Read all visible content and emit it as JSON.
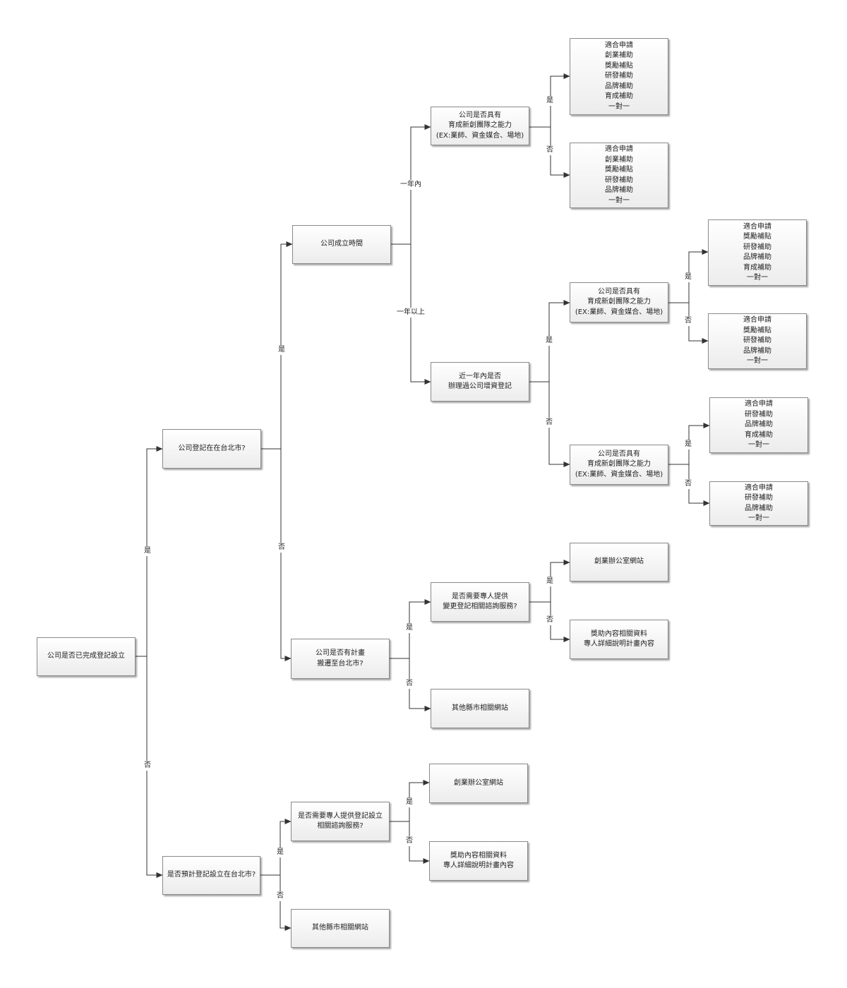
{
  "nodes": {
    "root": [
      "公司是否已完成登記設立"
    ],
    "q_taipei": [
      "公司登記在在台北市?"
    ],
    "q_plan_reg": [
      "是否預計登記設立在台北市?"
    ],
    "q_age": [
      "公司成立時間"
    ],
    "q_move": [
      "公司是否有計畫",
      "搬遷至台北市?"
    ],
    "q_reg_help": [
      "是否需要專人提供登記設立",
      "相關諮詢服務?"
    ],
    "other_b": [
      "其他縣市相關網站"
    ],
    "q_incub1": [
      "公司是否具有",
      "育成新創團隊之能力",
      "(EX:業師、資金媒合、場地)"
    ],
    "q_capital": [
      "近一年內是否",
      "辦理過公司增資登記"
    ],
    "q_change_help": [
      "是否需要專人提供",
      "變更登記相關諮詢服務?"
    ],
    "other_a": [
      "其他縣市相關網站"
    ],
    "office_b": [
      "創業辦公室網站"
    ],
    "award_b": [
      "獎助內容相關資料",
      "專人詳細說明計畫內容"
    ],
    "r1": [
      "適合申請",
      "創業補助",
      "獎勵補貼",
      "研發補助",
      "品牌補助",
      "育成補助",
      "一對一"
    ],
    "r2": [
      "適合申請",
      "創業補助",
      "獎勵補貼",
      "研發補助",
      "品牌補助",
      "一對一"
    ],
    "q_incub2": [
      "公司是否具有",
      "育成新創團隊之能力",
      "(EX:業師、資金媒合、場地)"
    ],
    "q_incub3": [
      "公司是否具有",
      "育成新創團隊之能力",
      "(EX:業師、資金媒合、場地)"
    ],
    "r3": [
      "適合申請",
      "獎勵補貼",
      "研發補助",
      "品牌補助",
      "育成補助",
      "一對一"
    ],
    "r4": [
      "適合申請",
      "獎勵補貼",
      "研發補助",
      "品牌補助",
      "一對一"
    ],
    "r5": [
      "適合申請",
      "研發補助",
      "品牌補助",
      "育成補助",
      "一對一"
    ],
    "r6": [
      "適合申請",
      "研發補助",
      "品牌補助",
      "一對一"
    ],
    "office_a": [
      "創業辦公室網站"
    ],
    "award_a": [
      "獎助內容相關資料",
      "專人詳細說明計畫內容"
    ]
  },
  "edge_labels": {
    "yes": "是",
    "no": "否",
    "within_year": "一年內",
    "over_year": "一年以上"
  }
}
